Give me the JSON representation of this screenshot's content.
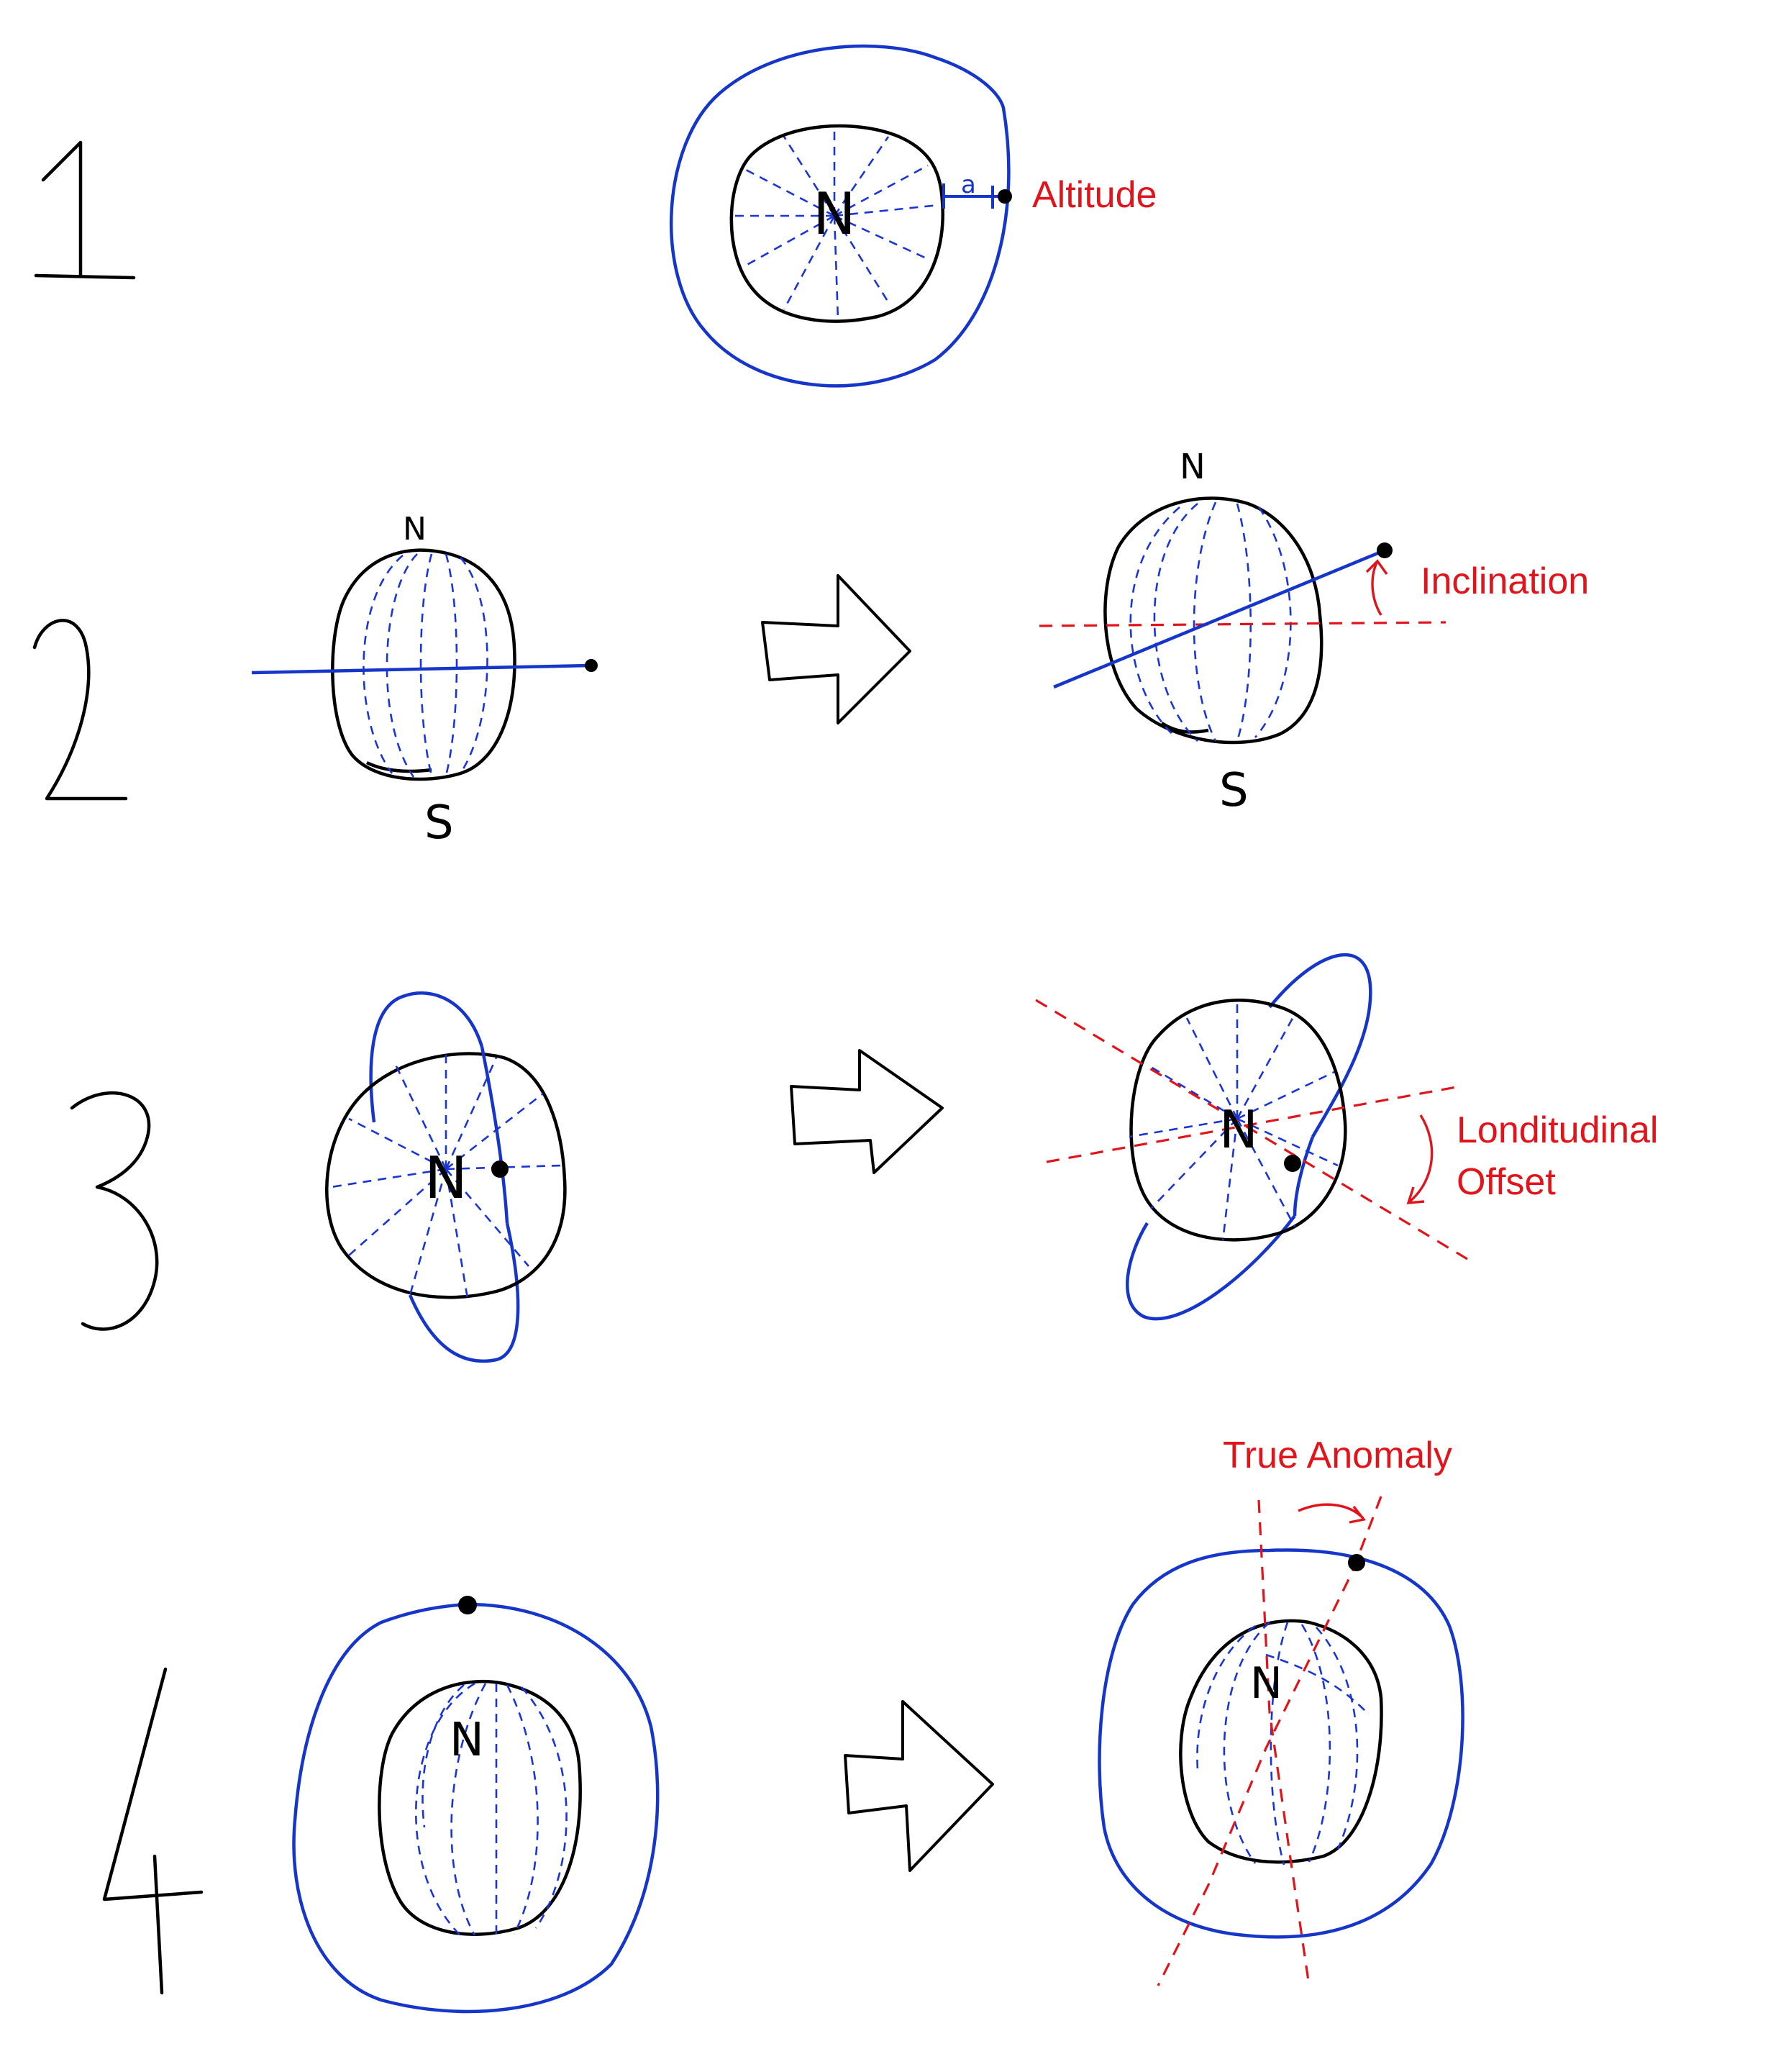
{
  "steps": [
    {
      "number": "1",
      "pole_label": "N",
      "marker_label": "a",
      "parameter_label": "Altitude"
    },
    {
      "number": "2",
      "north_label": "N",
      "south_label": "S",
      "parameter_label": "Inclination"
    },
    {
      "number": "3",
      "pole_label": "N",
      "parameter_label_line1": "Londitudinal",
      "parameter_label_line2": "Offset"
    },
    {
      "number": "4",
      "pole_label": "N",
      "parameter_label": "True Anomaly"
    }
  ],
  "colors": {
    "outline": "#000000",
    "orbit": "#1536c9",
    "meridian": "#1a35d6",
    "annotation": "#e0141a"
  }
}
